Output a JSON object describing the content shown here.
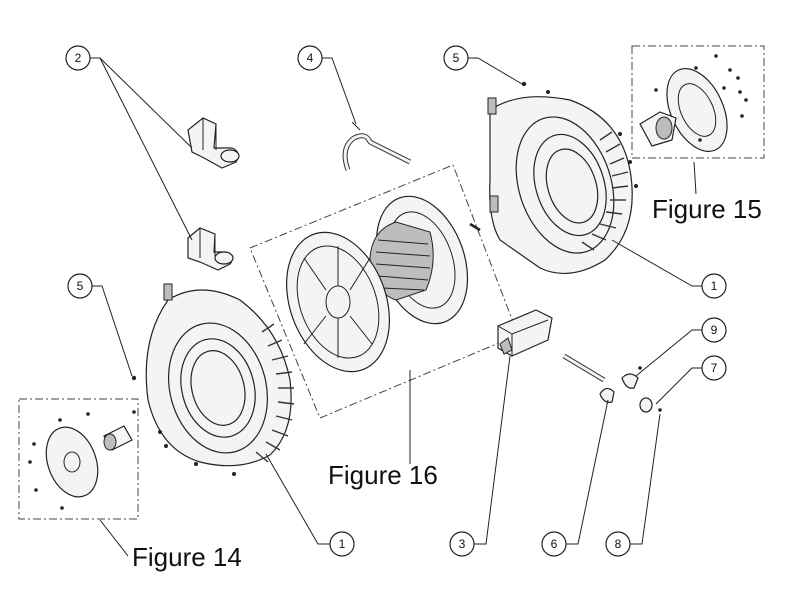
{
  "figures": {
    "fig14": "Figure 14",
    "fig15": "Figure 15",
    "fig16": "Figure 16"
  },
  "balloons": {
    "b2": "2",
    "b4": "4",
    "b5_top": "5",
    "b5_left": "5",
    "b1_right": "1",
    "b1_bottom": "1",
    "b9": "9",
    "b7": "7",
    "b3": "3",
    "b6": "6",
    "b8": "8"
  }
}
